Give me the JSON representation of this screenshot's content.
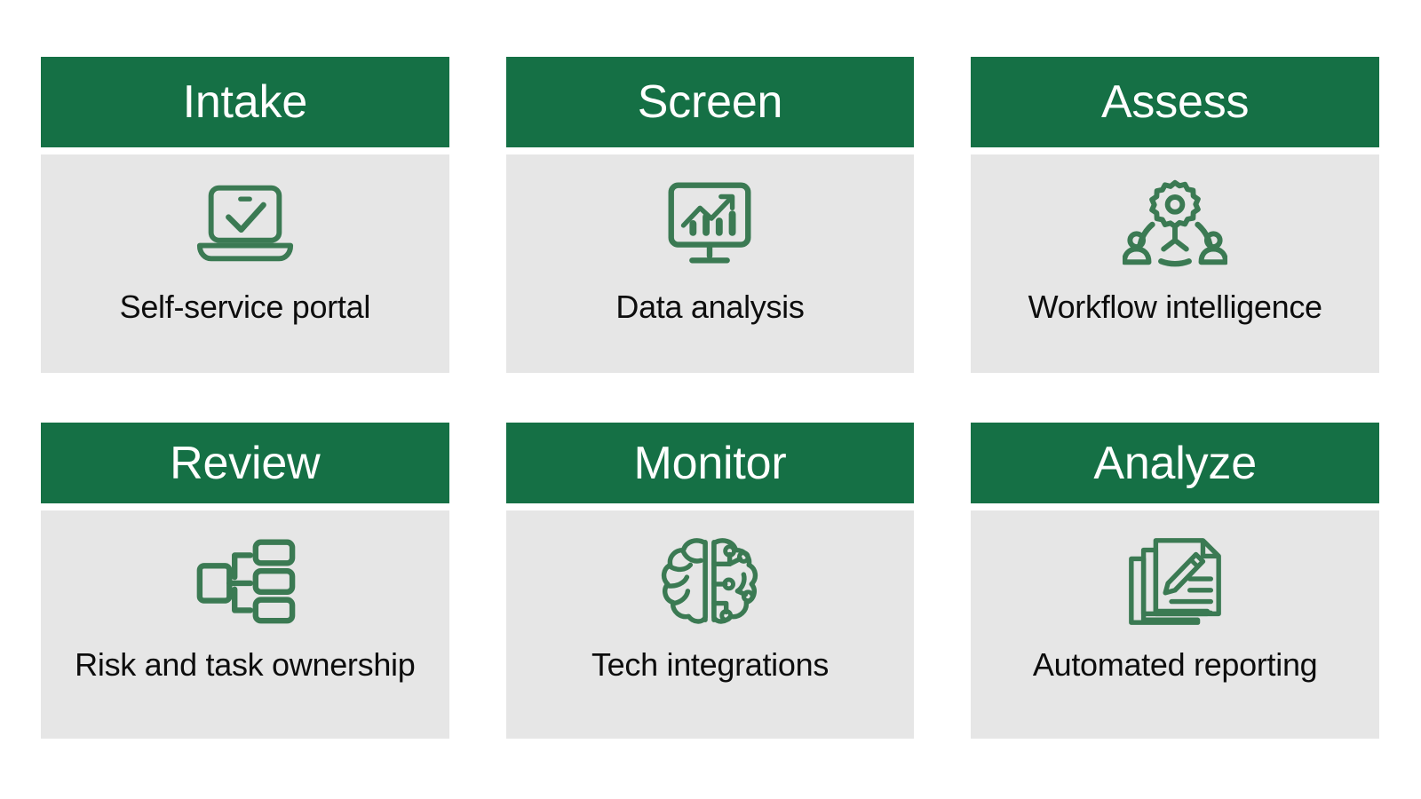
{
  "theme": {
    "header_green": "#157045",
    "body_gray": "#e6e6e6",
    "icon_green": "#3b7a53",
    "title_color": "#ffffff",
    "caption_color": "#0d0d0d",
    "page_background": "#ffffff"
  },
  "cards": [
    {
      "title": "Intake",
      "caption": "Self-service portal",
      "icon": "laptop-check-icon"
    },
    {
      "title": "Screen",
      "caption": "Data analysis",
      "icon": "monitor-chart-icon"
    },
    {
      "title": "Assess",
      "caption": "Workflow intelligence",
      "icon": "gear-people-network-icon"
    },
    {
      "title": "Review",
      "caption": "Risk and task ownership",
      "icon": "org-hierarchy-icon"
    },
    {
      "title": "Monitor",
      "caption": "Tech integrations",
      "icon": "ai-brain-icon"
    },
    {
      "title": "Analyze",
      "caption": "Automated reporting",
      "icon": "documents-pencil-icon"
    }
  ]
}
